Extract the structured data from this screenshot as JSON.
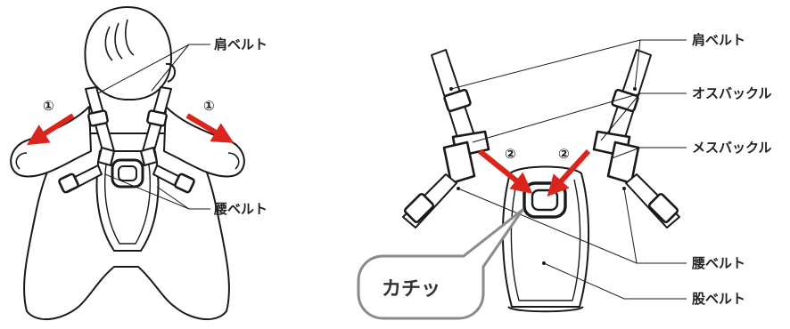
{
  "labels": {
    "left_shoulder": "肩ベルト",
    "left_waist": "腰ベルト",
    "right_shoulder": "肩ベルト",
    "male_buckle": "オスバックル",
    "female_buckle": "メスバックル",
    "right_waist": "腰ベルト",
    "crotch": "股ベルト"
  },
  "steps": {
    "one": "①",
    "two": "②"
  },
  "bubble": {
    "text": "カチッ"
  },
  "colors": {
    "arrow": "#d9251c",
    "line": "#1a1a1a",
    "bubble_border": "#8a8a8a"
  }
}
